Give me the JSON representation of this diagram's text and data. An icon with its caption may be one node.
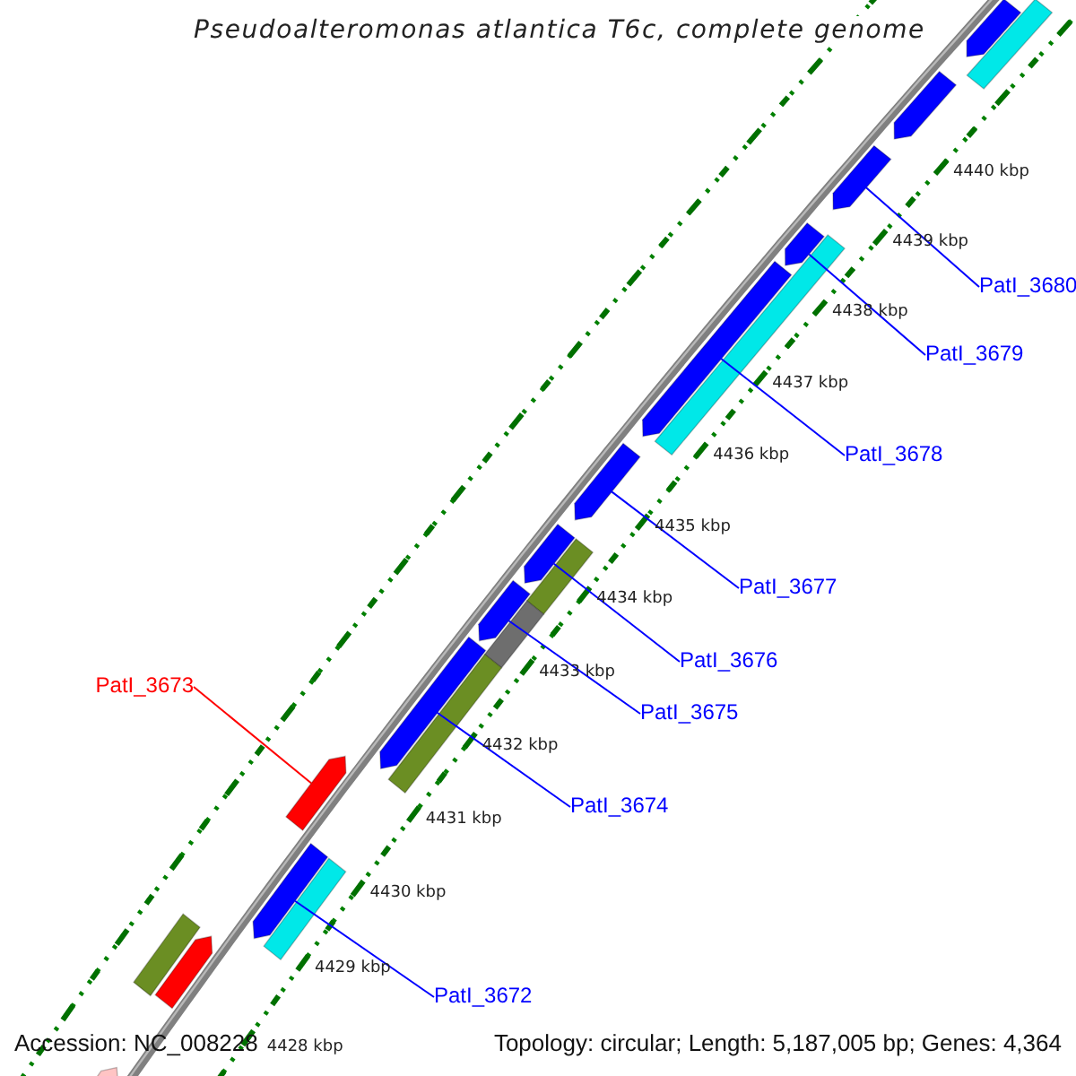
{
  "diagram": {
    "title": "Pseudoalteromonas atlantica T6c, complete genome",
    "nodes": [
      {
        "text": [
          "PatI_3680"
        ]
      },
      {
        "text": [
          "PatI_3679"
        ]
      },
      {
        "text": [
          "PatI_3678"
        ]
      },
      {
        "text": [
          "PatI_3677"
        ]
      },
      {
        "text": [
          "PatI_3676"
        ]
      },
      {
        "text": [
          "PatI_3673"
        ]
      },
      {
        "text": [
          "PatI_3675"
        ]
      },
      {
        "text": [
          "PatI_3674"
        ]
      },
      {
        "text": [
          "PatI_3672"
        ]
      },
      {
        "text": [],
        "shape": "bar"
      },
      {
        "text": [],
        "shape": "bar"
      },
      {
        "text": [],
        "shape": "bar"
      },
      {
        "text": [],
        "shape": "bar"
      },
      {
        "text": [],
        "shape": "bar"
      },
      {
        "text": [],
        "shape": "bar"
      },
      {
        "text": [],
        "shape": "bar"
      },
      {
        "text": [],
        "shape": "bar"
      },
      {
        "text": [],
        "shape": "bar"
      },
      {
        "text": [],
        "shape": "bar"
      },
      {
        "text": [],
        "shape": "bar"
      },
      {
        "text": [],
        "shape": "bar"
      },
      {
        "text": [],
        "shape": "bar"
      },
      {
        "text": [],
        "shape": "bar"
      },
      {
        "text": [],
        "shape": "bar"
      },
      {
        "text": [],
        "shape": "bar"
      },
      {
        "text": [],
        "shape": "bar"
      },
      {
        "text": [],
        "shape": "bar"
      },
      {
        "text": [],
        "shape": "bar"
      },
      {
        "text": [],
        "shape": "bar"
      }
    ],
    "edges": [
      {
        "from": 0,
        "to": 12,
        "arrow": "none"
      },
      {
        "from": 1,
        "to": 14,
        "arrow": "none"
      },
      {
        "from": 2,
        "to": 15,
        "arrow": "none"
      },
      {
        "from": 3,
        "to": 16,
        "arrow": "none"
      },
      {
        "from": 4,
        "to": 17,
        "arrow": "none"
      },
      {
        "from": 5,
        "to": 23,
        "arrow": "none",
        "color": "#ff0000"
      },
      {
        "from": 6,
        "to": 19,
        "arrow": "none"
      },
      {
        "from": 7,
        "to": 21,
        "arrow": "none"
      },
      {
        "from": 8,
        "to": 24,
        "arrow": "none"
      }
    ],
    "labels": [
      "4440 kbp",
      "4439 kbp",
      "4438 kbp",
      "4437 kbp",
      "4436 kbp",
      "4435 kbp",
      "4434 kbp",
      "4433 kbp",
      "4432 kbp",
      "4431 kbp",
      "4430 kbp",
      "4429 kbp",
      "4428 kbp",
      "Accession: NC_008228",
      "Topology: circular; Length: 5,187,005 bp; Genes: 4,364"
    ]
  }
}
